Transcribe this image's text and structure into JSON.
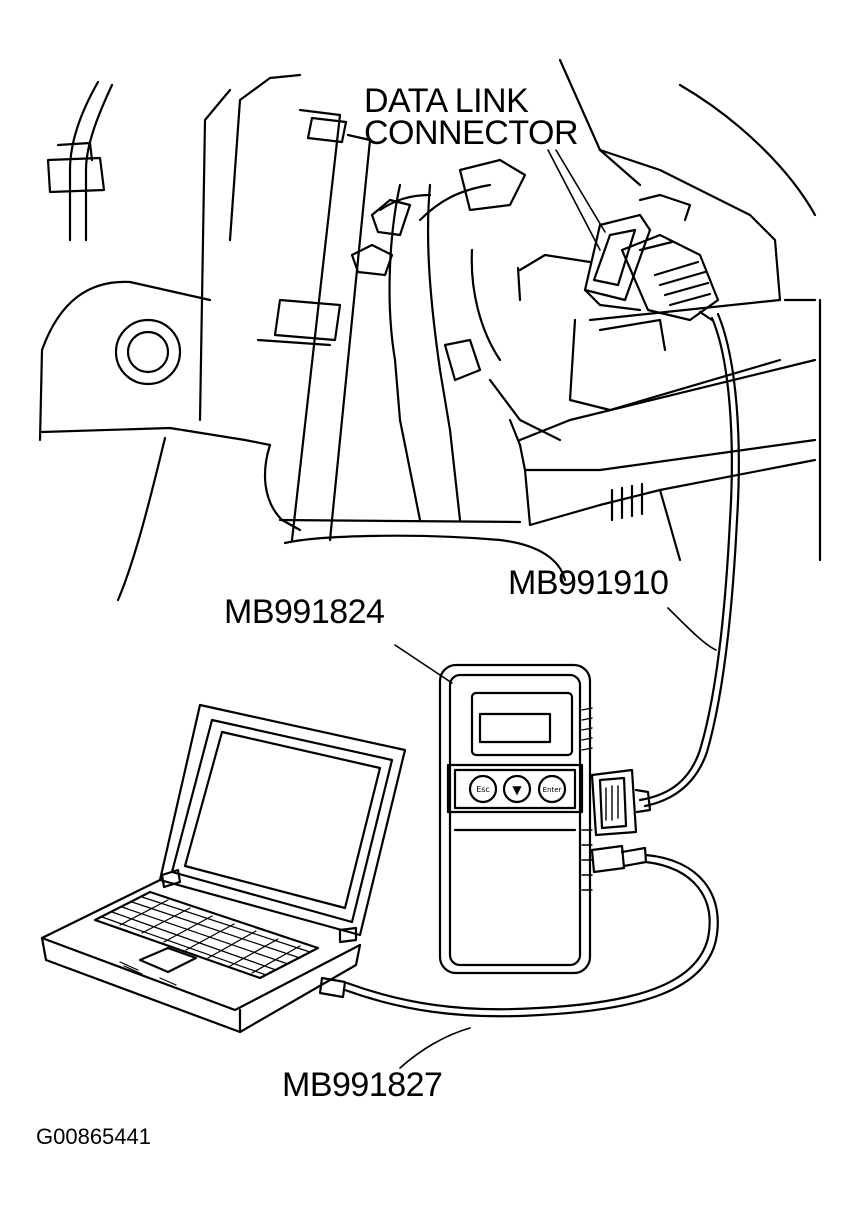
{
  "labels": {
    "connector_line1": "DATA LINK",
    "connector_line2": "CONNECTOR",
    "adapter": "MB991910",
    "vci": "MB991824",
    "usb_cable": "MB991827",
    "figure_id": "G00865441"
  },
  "vci_buttons": {
    "esc": "Esc",
    "down": "▼",
    "enter": "Enter"
  },
  "colors": {
    "line": "#000000",
    "background": "#ffffff"
  }
}
